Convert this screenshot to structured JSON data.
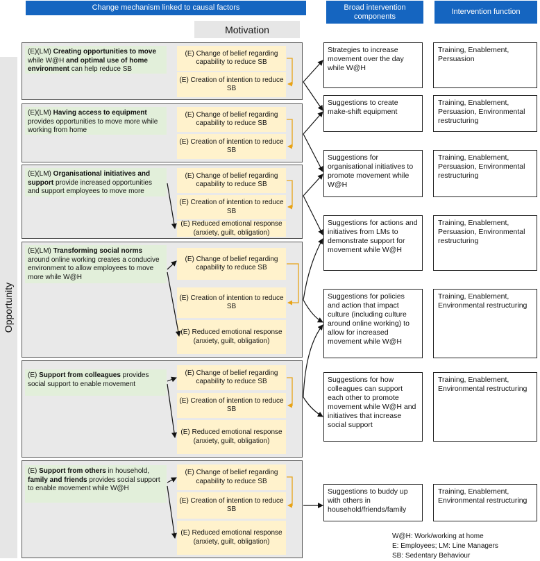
{
  "headers": {
    "change_mechanism": "Change mechanism linked to causal factors",
    "broad_components": "Broad intervention components",
    "intervention_function": "Intervention function",
    "motivation": "Motivation",
    "opportunity": "Opportunity"
  },
  "mechanisms": {
    "belief": "(E) Change of belief regarding capability to reduce SB",
    "intention": "(E) Creation of intention to reduce SB",
    "emotion": "(E) Reduced emotional response (anxiety, guilt, obligation)"
  },
  "causes": [
    {
      "prefix": "(E)(LM) ",
      "bold1": "Creating opportunities to move",
      "mid": " while W@H ",
      "bold2": "and optimal use of home environment",
      "rest": " can help reduce SB"
    },
    {
      "prefix": "(E)(LM) ",
      "bold1": "Having access to equipment",
      "mid": " provides opportunities to move more while working from home",
      "bold2": "",
      "rest": ""
    },
    {
      "prefix": "(E)(LM) ",
      "bold1": "Organisational initiatives and support",
      "mid": " provide increased opportunities and support employees to move more",
      "bold2": "",
      "rest": ""
    },
    {
      "prefix": "(E)(LM) ",
      "bold1": "Transforming social norms",
      "mid": " around online working creates a conducive environment to allow employees to move more while W@H",
      "bold2": "",
      "rest": ""
    },
    {
      "prefix": "(E) ",
      "bold1": "Support from colleagues",
      "mid": " provides social support to enable movement",
      "bold2": "",
      "rest": ""
    },
    {
      "prefix": "(E) ",
      "bold1": "Support from others",
      "mid": " in household, ",
      "bold2": "family and friends",
      "rest": " provides social support to enable movement while W@H"
    }
  ],
  "components": [
    "Strategies to increase movement over the day while W@H",
    "Suggestions to create make-shift equipment",
    "Suggestions for organisational initiatives to promote movement while W@H",
    "Suggestions for actions and initiatives from LMs to demonstrate support for movement while W@H",
    "Suggestions for policies and action that impact culture (including culture around online working) to allow for increased movement while W@H",
    "Suggestions for how colleagues can support each other to promote movement while W@H and initiatives that increase social support",
    "Suggestions to buddy up with others in household/friends/family"
  ],
  "functions": [
    "Training, Enablement, Persuasion",
    "Training, Enablement, Persuasion, Environmental restructuring",
    "Training, Enablement, Persuasion, Environmental restructuring",
    "Training, Enablement, Persuasion, Environmental restructuring",
    "Training, Enablement, Environmental restructuring",
    "Training, Enablement, Environmental restructuring",
    "Training, Enablement, Environmental restructuring"
  ],
  "legend": [
    "W@H: Work/working at home",
    "E: Employees; LM: Line Managers",
    "SB: Sedentary Behaviour"
  ],
  "colors": {
    "header_blue": "#1565c0",
    "cause_green": "#e2efda",
    "mechanism_yellow": "#fff2cc",
    "arrow_orange": "#e8a317"
  }
}
